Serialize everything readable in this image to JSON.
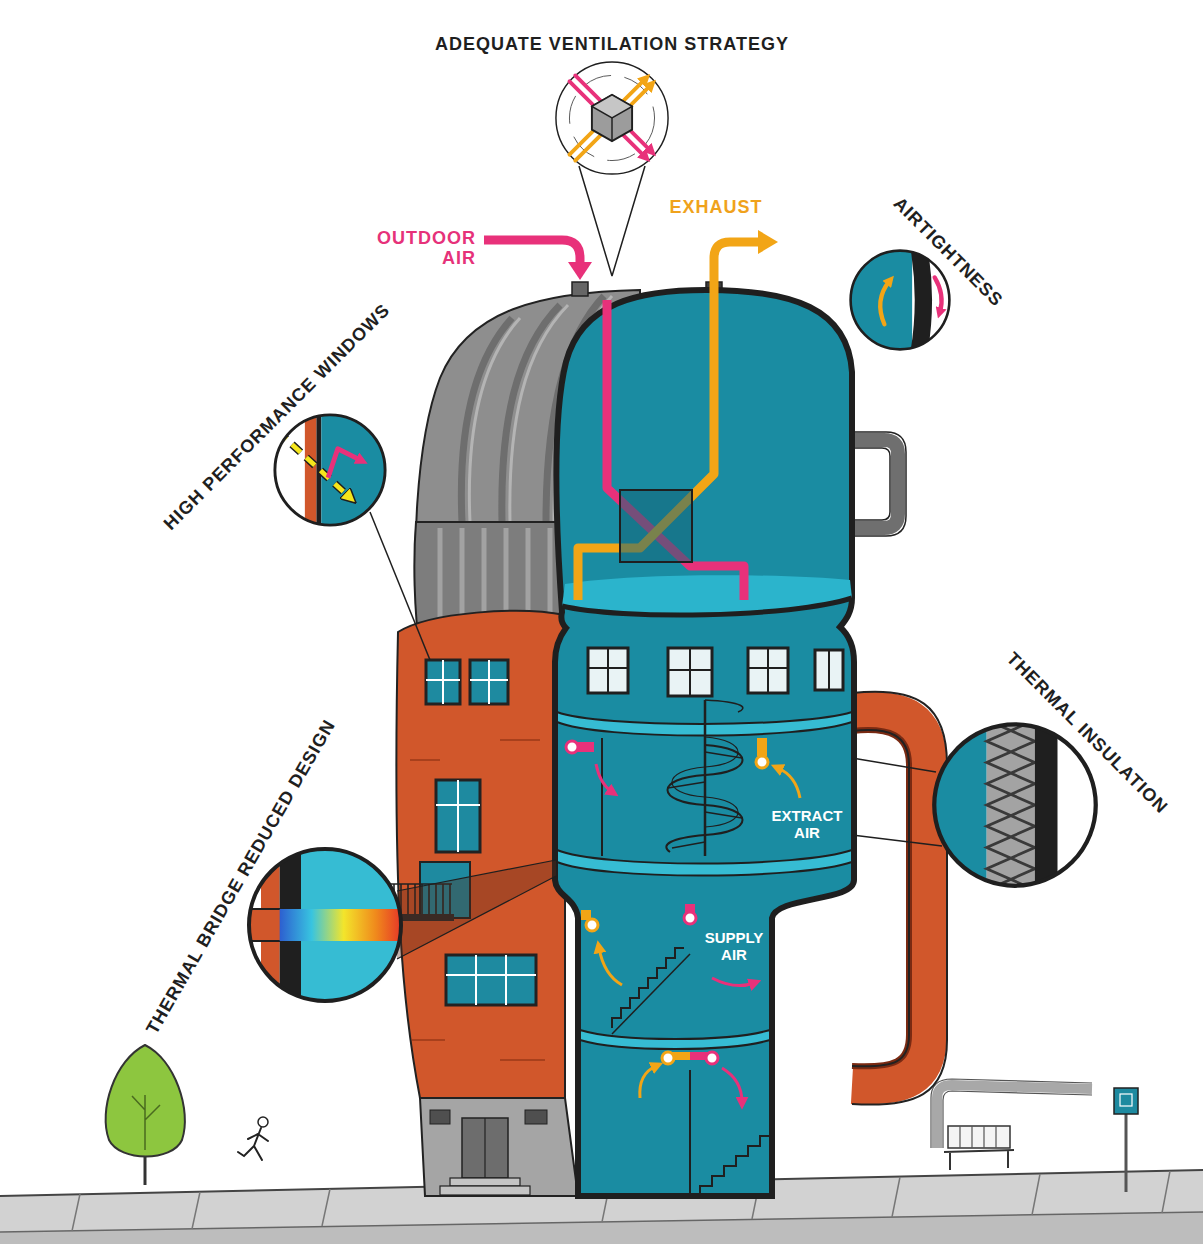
{
  "diagram": {
    "nodes": [
      {
        "text": [
          "ADEQUATE VENTILATION STRATEGY"
        ]
      },
      {
        "text": [
          "AIRTIGHTNESS"
        ]
      },
      {
        "text": [
          "HIGH PERFORMANCE WINDOWS"
        ]
      },
      {
        "text": [
          "THERMAL INSULATION"
        ]
      },
      {
        "text": [
          "THERMAL BRIDGE REDUCED DESIGN"
        ]
      }
    ],
    "labels": [
      "OUTDOOR AIR",
      "EXHAUST",
      "EXTRACT AIR",
      "SUPPLY AIR"
    ]
  }
}
